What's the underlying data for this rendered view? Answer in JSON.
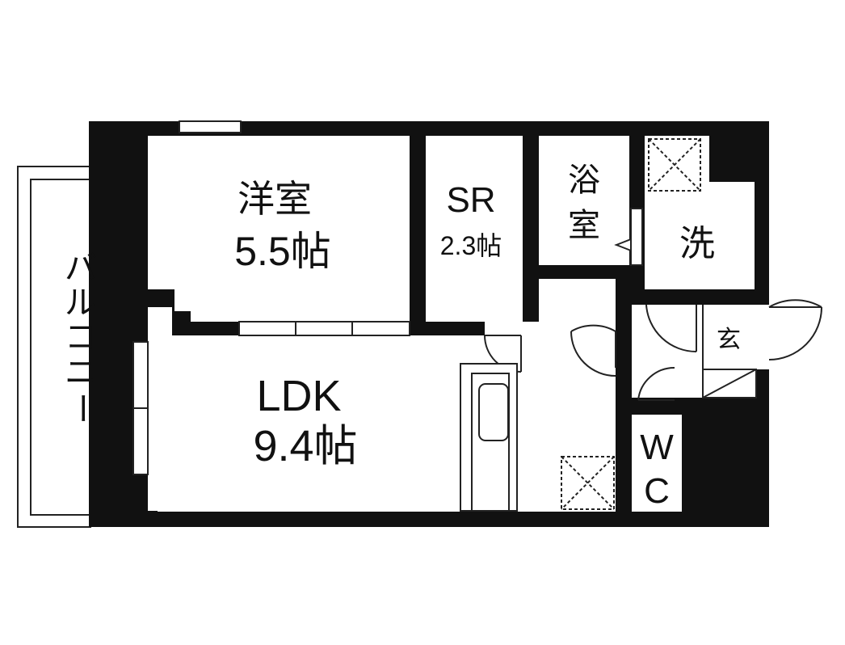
{
  "rooms": {
    "western_room": {
      "name": "洋室",
      "size": "5.5帖"
    },
    "storage_room": {
      "name": "SR",
      "size": "2.3帖"
    },
    "bathroom": {
      "line1": "浴",
      "line2": "室"
    },
    "washroom": {
      "name": "洗"
    },
    "entrance": {
      "name": "玄"
    },
    "toilet": {
      "line1": "W",
      "line2": "C"
    },
    "ldk": {
      "name": "LDK",
      "size": "9.4帖"
    },
    "balcony": {
      "name": [
        "バ",
        "ル",
        "コ",
        "ニ",
        "ー"
      ]
    }
  },
  "colors": {
    "wall": "#111111",
    "background": "#ffffff",
    "line": "#222222"
  }
}
